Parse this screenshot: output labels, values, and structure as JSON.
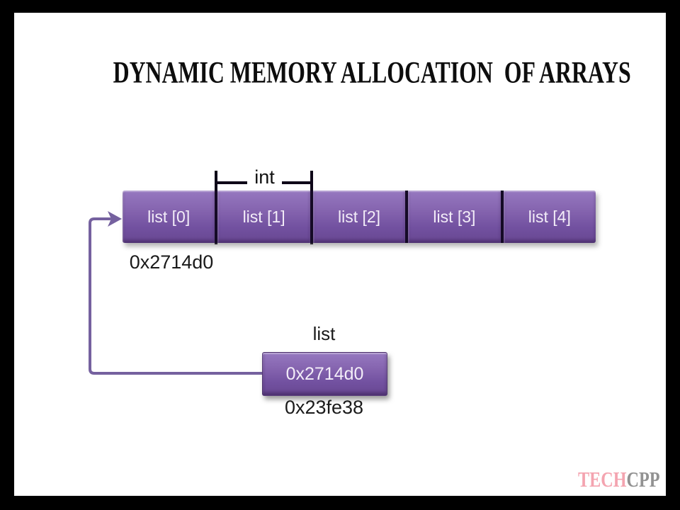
{
  "slide": {
    "title": "DYNAMIC MEMORY ALLOCATION  OF ARRAYS"
  },
  "array": {
    "cells": [
      "list [0]",
      "list [1]",
      "list [2]",
      "list [3]",
      "list [4]"
    ],
    "type_label": "int",
    "base_address": "0x2714d0"
  },
  "pointer": {
    "label": "list",
    "value": "0x2714d0",
    "address": "0x23fe38"
  },
  "logo": {
    "tech": "TECH",
    "cpp": "CPP"
  },
  "colors": {
    "frame": "#000000",
    "slide_background": "#ffffff",
    "cell_gradient_top": "#9678c0",
    "cell_gradient_bottom": "#684792",
    "divider": "#150a26",
    "connector": "#75619f",
    "cell_text": "#f3edf8",
    "body_text": "#1a1a1a",
    "logo_tech": "#f4a4b0",
    "logo_cpp": "#929292"
  }
}
